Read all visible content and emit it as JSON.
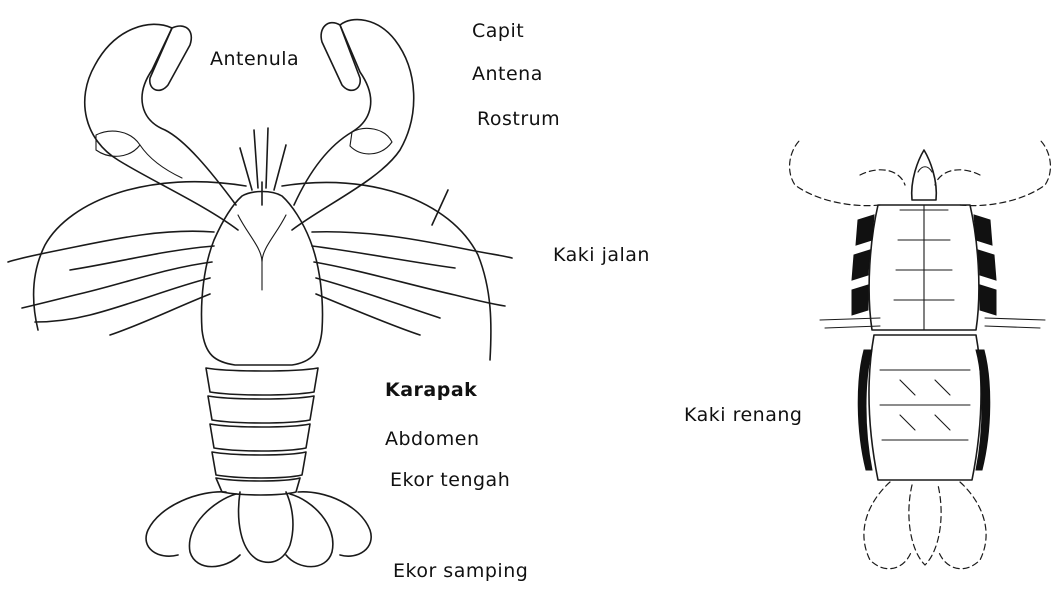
{
  "labels": {
    "antenula": "Antenula",
    "capit": "Capit",
    "antena": "Antena",
    "rostrum": "Rostrum",
    "kaki_jalan": "Kaki jalan",
    "karapak": "Karapak",
    "abdomen": "Abdomen",
    "ekor_tengah": "Ekor tengah",
    "ekor_samping": "Ekor samping",
    "kaki_renang": "Kaki renang"
  },
  "colors": {
    "line": "#1a1a1a",
    "background": "#ffffff"
  }
}
